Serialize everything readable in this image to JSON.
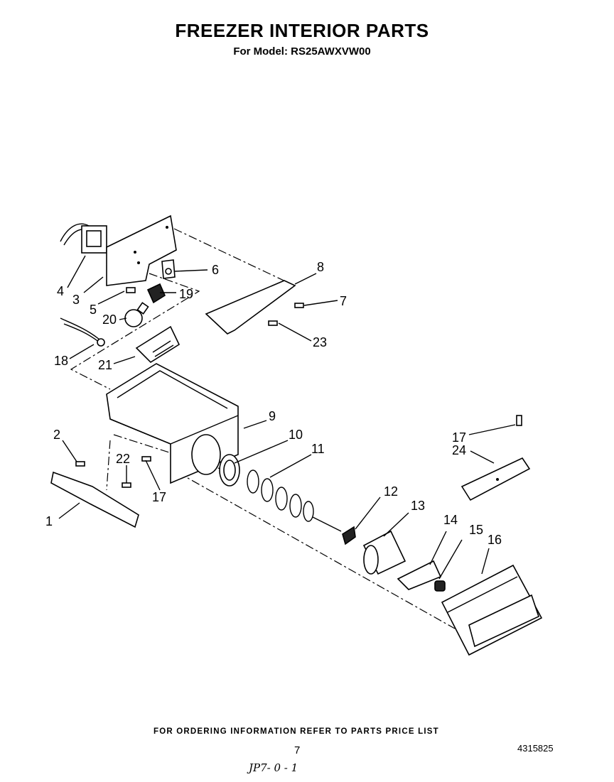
{
  "header": {
    "title": "FREEZER INTERIOR PARTS",
    "subtitle": "For Model: RS25AWXVW00"
  },
  "callouts": [
    {
      "id": "c1",
      "label": "1"
    },
    {
      "id": "c2",
      "label": "2"
    },
    {
      "id": "c3",
      "label": "3"
    },
    {
      "id": "c4",
      "label": "4"
    },
    {
      "id": "c5",
      "label": "5"
    },
    {
      "id": "c6",
      "label": "6"
    },
    {
      "id": "c7",
      "label": "7"
    },
    {
      "id": "c8",
      "label": "8"
    },
    {
      "id": "c9",
      "label": "9"
    },
    {
      "id": "c10",
      "label": "10"
    },
    {
      "id": "c11",
      "label": "11"
    },
    {
      "id": "c12",
      "label": "12"
    },
    {
      "id": "c13",
      "label": "13"
    },
    {
      "id": "c14",
      "label": "14"
    },
    {
      "id": "c15",
      "label": "15"
    },
    {
      "id": "c16",
      "label": "16"
    },
    {
      "id": "c17a",
      "label": "17"
    },
    {
      "id": "c17b",
      "label": "17"
    },
    {
      "id": "c18",
      "label": "18"
    },
    {
      "id": "c19",
      "label": "19"
    },
    {
      "id": "c20",
      "label": "20"
    },
    {
      "id": "c21",
      "label": "21"
    },
    {
      "id": "c22",
      "label": "22"
    },
    {
      "id": "c23",
      "label": "23"
    },
    {
      "id": "c24",
      "label": "24"
    }
  ],
  "footer": {
    "note": "FOR ORDERING INFORMATION REFER TO PARTS PRICE LIST",
    "page": "7",
    "doc_number": "4315825",
    "handwriting": "JP7- 0 - 1"
  }
}
